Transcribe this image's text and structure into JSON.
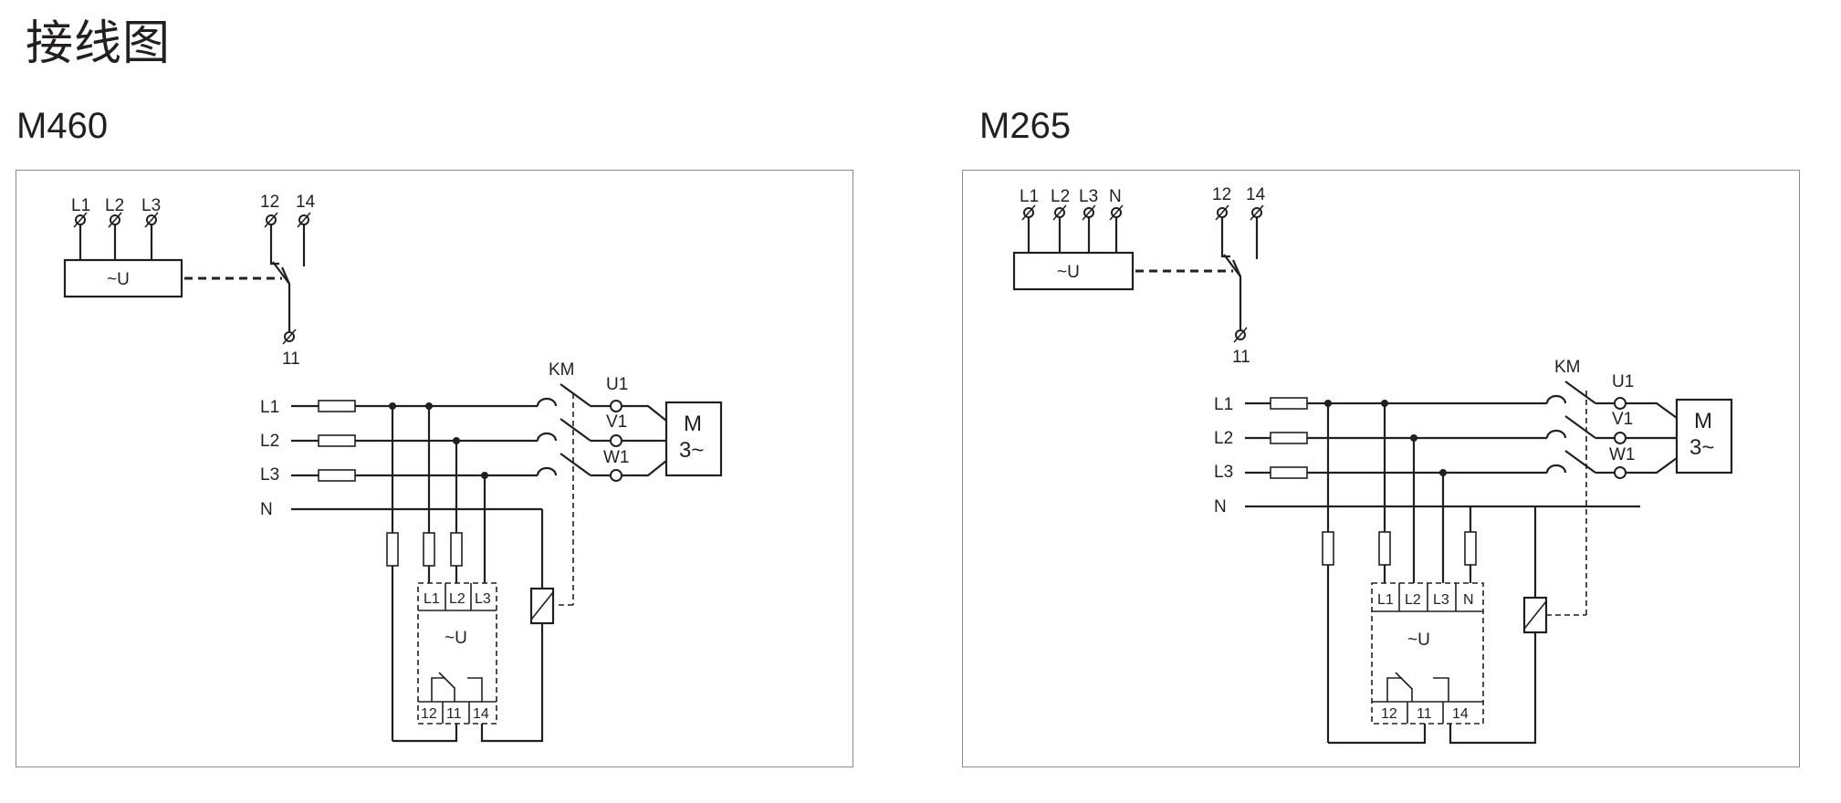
{
  "page": {
    "title": "接线图"
  },
  "diagrams": [
    {
      "title": "M460",
      "supply_terminals": [
        "L1",
        "L2",
        "L3"
      ],
      "relay_terminals": {
        "nc": "12",
        "no": "14",
        "common": "11"
      },
      "module_label": "~U",
      "phases": [
        "L1",
        "L2",
        "L3",
        "N"
      ],
      "contactor": "KM",
      "motor_terminals": [
        "U1",
        "V1",
        "W1"
      ],
      "motor_label": [
        "M",
        "3~"
      ],
      "module_inputs": [
        "L1",
        "L2",
        "L3"
      ],
      "module_outputs": [
        "12",
        "11",
        "14"
      ]
    },
    {
      "title": "M265",
      "supply_terminals": [
        "L1",
        "L2",
        "L3",
        "N"
      ],
      "relay_terminals": {
        "nc": "12",
        "no": "14",
        "common": "11"
      },
      "module_label": "~U",
      "phases": [
        "L1",
        "L2",
        "L3",
        "N"
      ],
      "contactor": "KM",
      "motor_terminals": [
        "U1",
        "V1",
        "W1"
      ],
      "motor_label": [
        "M",
        "3~"
      ],
      "module_inputs": [
        "L1",
        "L2",
        "L3",
        "N"
      ],
      "module_outputs": [
        "12",
        "11",
        "14"
      ]
    }
  ]
}
